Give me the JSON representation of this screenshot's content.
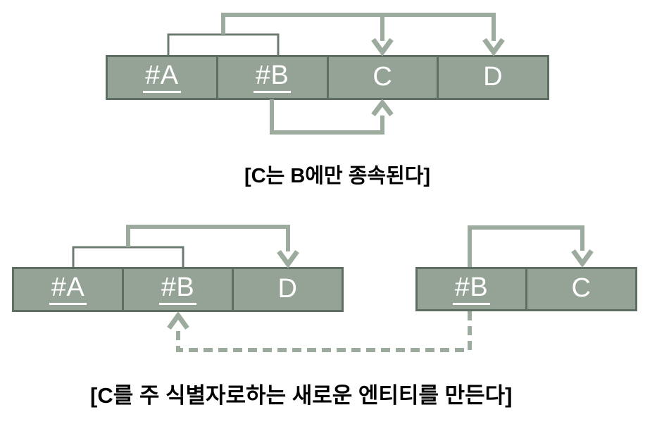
{
  "colors": {
    "cell_fill": "#95a296",
    "cell_border": "#5f6e62",
    "cell_text": "#ffffff",
    "arrow_thick": "#9dab9e",
    "bracket_thin": "#6d7a6f",
    "caption_text": "#000000",
    "background": "#ffffff"
  },
  "diagram_top": {
    "cells": [
      {
        "label": "#A",
        "key": true
      },
      {
        "label": "#B",
        "key": true
      },
      {
        "label": "C",
        "key": false
      },
      {
        "label": "D",
        "key": false
      }
    ],
    "caption": "[C는 B에만 종속된다]",
    "dependencies": [
      {
        "from": "#A+#B",
        "to": "C",
        "style": "solid-thick"
      },
      {
        "from": "#A+#B",
        "to": "D",
        "style": "solid-thick"
      },
      {
        "from": "#B",
        "to": "C",
        "style": "solid-thick-bottom-loop"
      }
    ]
  },
  "diagram_bottom": {
    "left_table": {
      "cells": [
        {
          "label": "#A",
          "key": true
        },
        {
          "label": "#B",
          "key": true
        },
        {
          "label": "D",
          "key": false
        }
      ]
    },
    "right_table": {
      "cells": [
        {
          "label": "#B",
          "key": true
        },
        {
          "label": "C",
          "key": false
        }
      ]
    },
    "caption": "[C를 주 식별자로하는 새로운 엔티티를 만든다]",
    "dependencies": [
      {
        "from": "#A+#B (left table)",
        "to": "D (left table)",
        "style": "solid-thick"
      },
      {
        "from": "#B (right table)",
        "to": "C (right table)",
        "style": "solid-thick"
      },
      {
        "from": "#B (right table)",
        "to": "#B (left table)",
        "style": "dashed"
      }
    ]
  }
}
